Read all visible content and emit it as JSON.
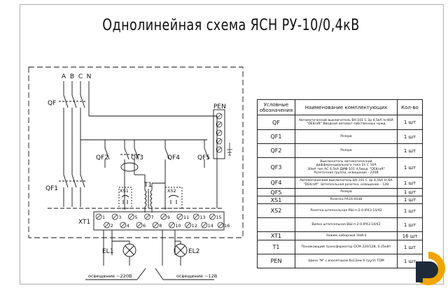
{
  "title": "Однолинейная схема ЯСН РУ-10/0,4кВ",
  "labels": {
    "phase_a": "A",
    "phase_b": "B",
    "phase_c": "C",
    "neutral": "N",
    "qf": "QF",
    "qf1": "QF1",
    "qf2": "QF2",
    "qf3": "QF3",
    "qf4": "QF4",
    "qf5": "QF5",
    "pen": "PEN",
    "t1": "T1",
    "xs1": "XS1",
    "xs2": "XS2",
    "xt1": "XT1",
    "el1": "EL1",
    "el2": "EL2",
    "caption_220": "освещение ~220В",
    "caption_12": "освещение ~12В"
  },
  "terminals": [
    "1",
    "2",
    "3",
    "4",
    "5",
    "6",
    "7",
    "8",
    "9",
    "10",
    "11",
    "12",
    "13",
    "14",
    "15",
    "16"
  ],
  "table": {
    "headers": [
      "Условные обозначения",
      "Наименование комплектующих",
      "Кол-во"
    ],
    "rows": [
      {
        "code": "QF",
        "name": "Автоматический выключатель ВА-101 С 3р 4,5кА In-80А\n\"DEKraft\" Вводной автомат собственных нужд",
        "qty": "1 шт"
      },
      {
        "code": "QF1",
        "name": "Резерв",
        "qty": "1 шт"
      },
      {
        "code": "QF2",
        "name": "Резерв",
        "qty": "1 шт"
      },
      {
        "code": "QF3",
        "name": "Выключатель автоматический\nдифференциального тока 2п С 10А\n30мА тип АС 4,5кА ДИФ-101 4,5мод. \"DEKraft\"\nРозеточная группа, освещение - 220В",
        "qty": "1 шт"
      },
      {
        "code": "QF4",
        "name": "Автоматический выключатель ВА-101 С 3р 4,5кА In-6А\n\"DEKraft\". Штепсельная розетка, освещение - 12В",
        "qty": "1 шт"
      },
      {
        "code": "QF5",
        "name": "Резерв",
        "qty": "1 шт"
      },
      {
        "code": "XS1",
        "name": "Розетка РА16-003В",
        "qty": "1 шт"
      },
      {
        "code": "XS2",
        "name": "Розетка штепсельная РШ-п-2-0-IP43-10/42",
        "qty": "1 шт"
      },
      {
        "code": "",
        "name": "Вилка штепсельная ВШ-п-2-0-IP43-10/42",
        "qty": "1 шт"
      },
      {
        "code": "XT1",
        "name": "Зажим наборный ЗНИ-4",
        "qty": "16 шт"
      },
      {
        "code": "T1",
        "name": "Понижающий трансформатор ОСМ 220/12В, 0.25кВт",
        "qty": "1 шт"
      },
      {
        "code": "PEN",
        "name": "Шина \"N\" с изолятором 8х12мм 6 групп TDM",
        "qty": "1 шт"
      }
    ]
  },
  "colors": {
    "line": "#111111",
    "logo_orange": "#f0a500",
    "logo_dark": "#1e2a3a"
  }
}
